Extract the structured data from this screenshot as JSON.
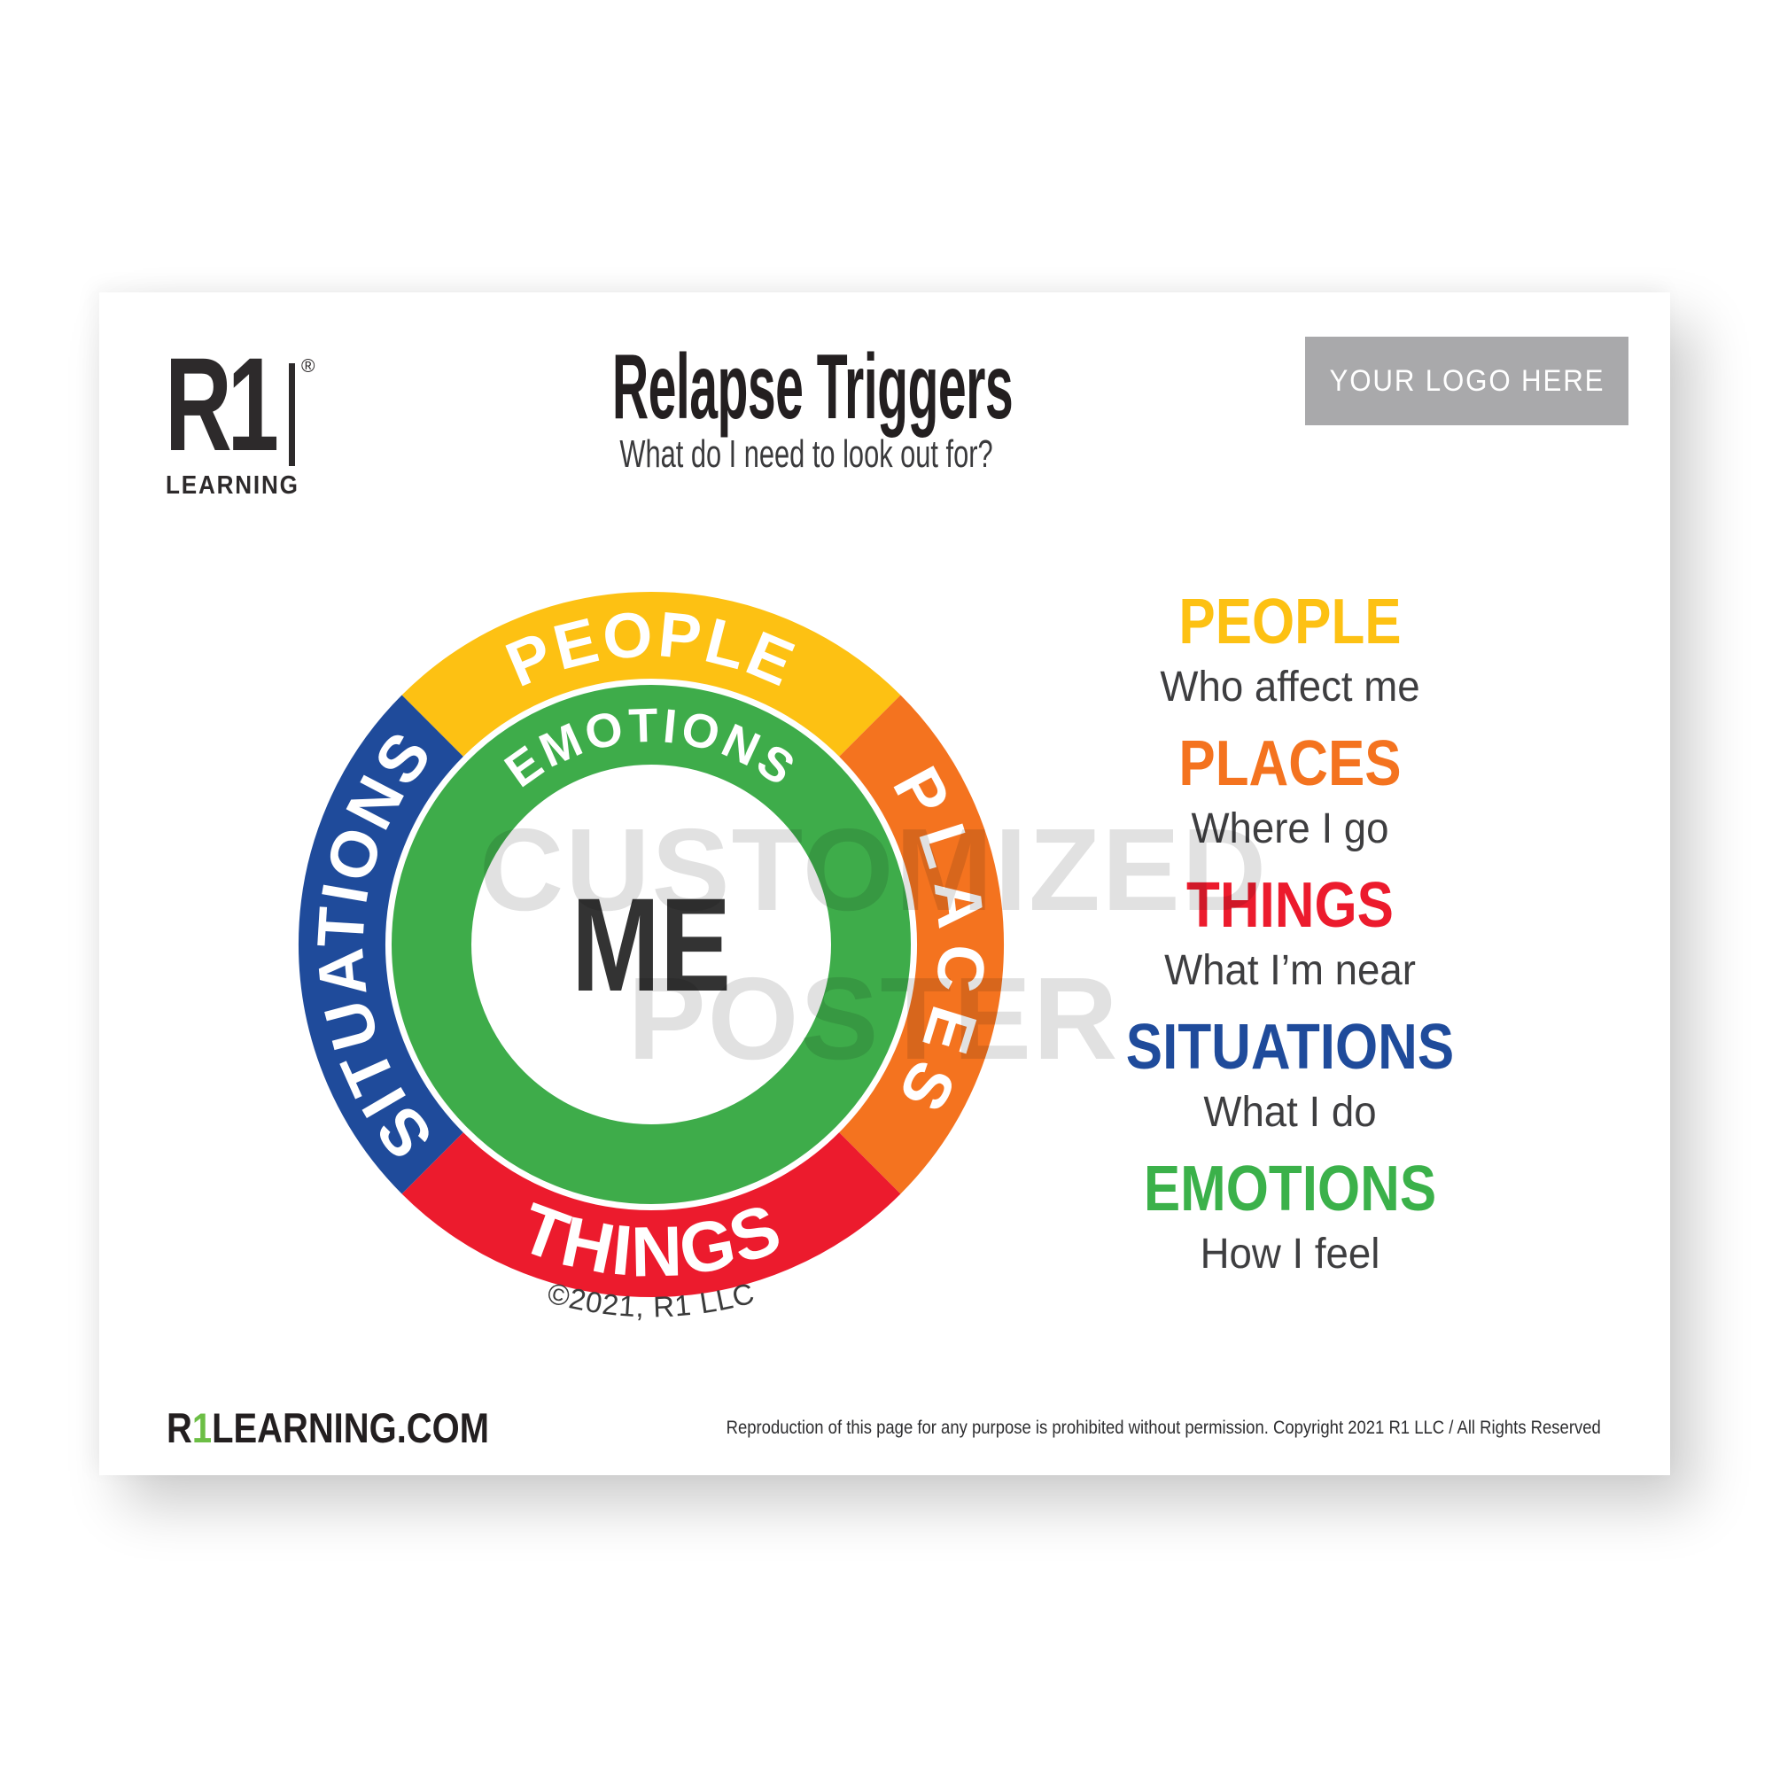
{
  "poster": {
    "brand": {
      "wordmark": "R1",
      "registered": "®",
      "subbrand": "LEARNING",
      "color": "#2d2a2b"
    },
    "header": {
      "title": "Relapse Triggers",
      "subtitle": "What do I need to look out for?"
    },
    "logo_placeholder": {
      "label": "YOUR LOGO HERE",
      "background": "#a9a9ab"
    },
    "diagram": {
      "center_label": "ME",
      "inner_ring": {
        "label": "EMOTIONS",
        "color": "#3eac4a"
      },
      "outer_ring": [
        {
          "label": "PEOPLE",
          "position": "top",
          "color": "#fdc113"
        },
        {
          "label": "PLACES",
          "position": "right",
          "color": "#f4731f"
        },
        {
          "label": "THINGS",
          "position": "bottom",
          "color": "#ec1b2d"
        },
        {
          "label": "SITUATIONS",
          "position": "left",
          "color": "#1f4b9b"
        }
      ],
      "copyright": "©2021, R1 LLC"
    },
    "legend": [
      {
        "term": "PEOPLE",
        "definition": "Who affect me",
        "color": "#fdc113"
      },
      {
        "term": "PLACES",
        "definition": "Where I go",
        "color": "#f4731f"
      },
      {
        "term": "THINGS",
        "definition": "What I’m near",
        "color": "#ec1b2d"
      },
      {
        "term": "SITUATIONS",
        "definition": "What I do",
        "color": "#1f4b9b"
      },
      {
        "term": "EMOTIONS",
        "definition": "How I feel",
        "color": "#3bb14a"
      }
    ],
    "watermark": {
      "line1": "CUSTOMIZED",
      "line2": "POSTER"
    },
    "footer": {
      "website_prefix": "R",
      "website_highlight": "1",
      "website_suffix": "LEARNING.COM",
      "website_highlight_color": "#6cbe45",
      "legal": "Reproduction of this page for any purpose is prohibited without permission. Copyright 2021 R1 LLC / All Rights Reserved"
    }
  }
}
